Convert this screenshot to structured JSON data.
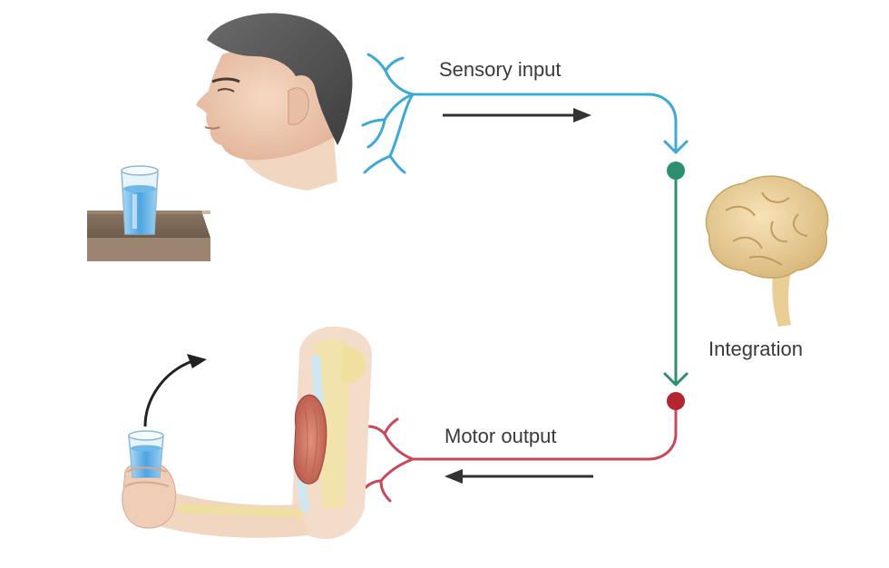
{
  "labels": {
    "sensory": "Sensory input",
    "integration": "Integration",
    "motor": "Motor output"
  },
  "colors": {
    "sensory_nerve": "#3fa9d6",
    "integration_nerve": "#2e8f6e",
    "motor_nerve": "#c8485a",
    "arrow": "#333333"
  },
  "icons": {
    "head": "human-head-profile",
    "glass_on_table": "water-glass-on-table",
    "brain": "brain",
    "arm": "arm-lifting-glass"
  }
}
